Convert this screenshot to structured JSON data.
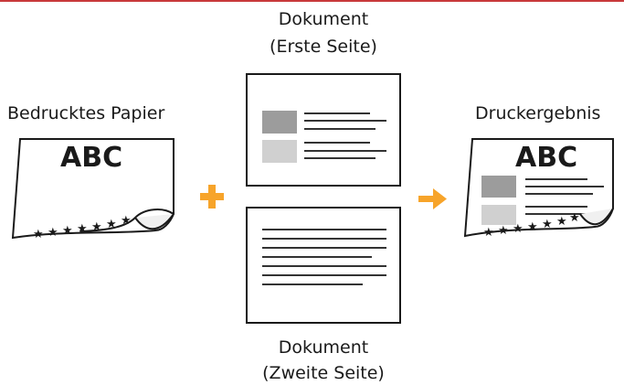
{
  "colors": {
    "accent": "#f7a42a",
    "rule": "#c8393b",
    "box_dark": "#9c9c9c",
    "box_light": "#d0d0d0"
  },
  "labels": {
    "printed_paper": "Bedrucktes Papier",
    "doc1_line1": "Dokument",
    "doc1_line2": "(Erste Seite)",
    "doc2_line1": "Dokument",
    "doc2_line2": "(Zweite Seite)",
    "result": "Druckergebnis"
  },
  "paper_text": "ABC",
  "result_text": "ABC",
  "icons": {
    "plus": "plus-icon",
    "arrow": "arrow-right-icon",
    "stars": "star-icon"
  }
}
